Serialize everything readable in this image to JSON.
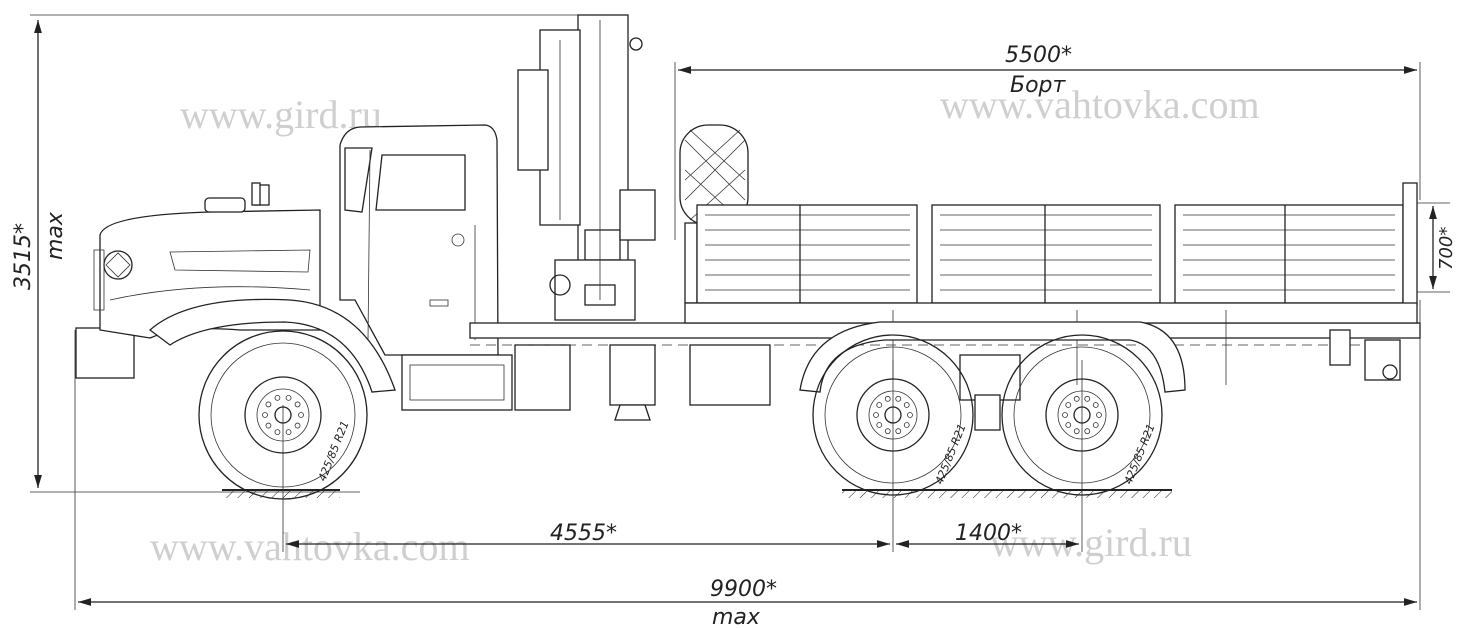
{
  "watermarks": {
    "wm1": "www.gird.ru",
    "wm2": "www.vahtovka.com",
    "wm3": "www.vahtovka.com",
    "wm4": "www.gird.ru"
  },
  "dimensions": {
    "height": "3515*",
    "height_note": "max",
    "body_length": "5500*",
    "body_length_note": "Борт",
    "board_height": "700*",
    "wheelbase": "4555*",
    "bogie": "1400*",
    "overall_length": "9900*",
    "overall_length_note": "max"
  },
  "tires": {
    "front": "425/85 R21",
    "rear1": "425/85 R21",
    "rear2": "425/85 R21"
  }
}
